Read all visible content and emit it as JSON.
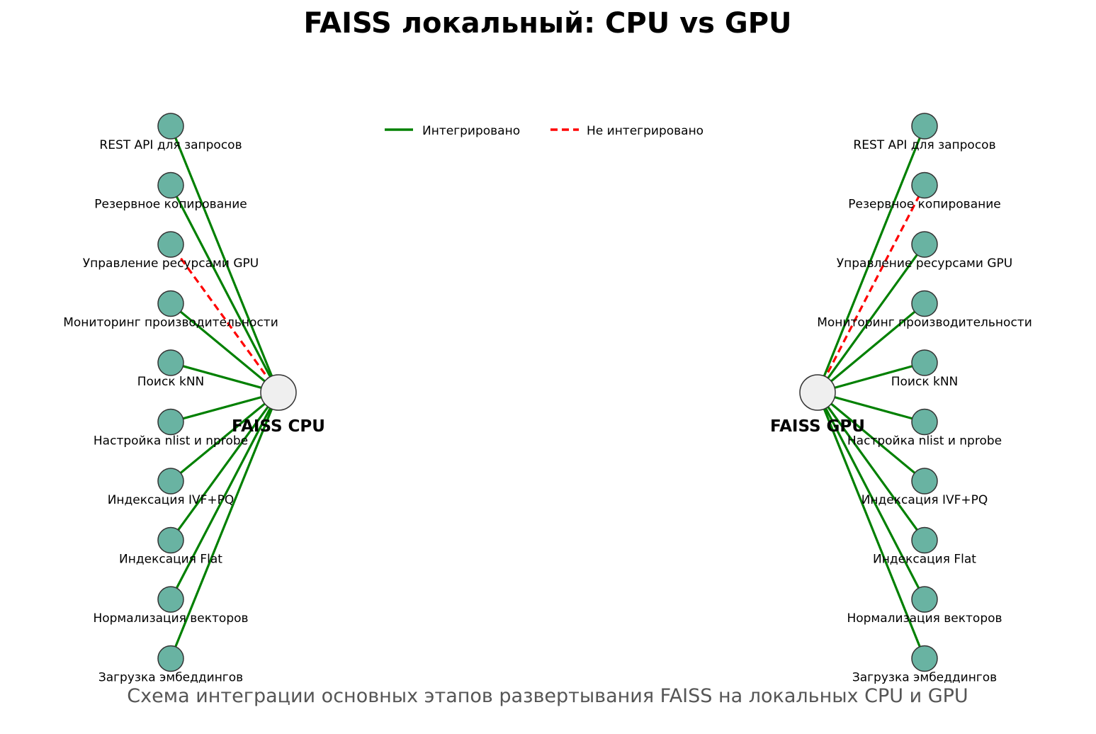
{
  "title": "FAISS локальный: CPU vs GPU",
  "subtitle": "Схема интеграции основных этапов развертывания FAISS на локальных CPU и GPU",
  "colors": {
    "integrated": "#008000",
    "not_integrated": "#ff0000",
    "node_fill": "#69b3a2",
    "hub_fill": "#efefef",
    "node_stroke": "#333333"
  },
  "legend": {
    "integrated": "Интегрировано",
    "not_integrated": "Не интегрировано"
  },
  "stages": [
    "REST API для запросов",
    "Резервное копирование",
    "Управление ресурсами GPU",
    "Мониторинг производительности",
    "Поиск kNN",
    "Настройка nlist и nprobe",
    "Индексация IVF+PQ",
    "Индексация Flat",
    "Нормализация векторов",
    "Загрузка эмбеддингов"
  ],
  "hubs": [
    {
      "id": "cpu",
      "label": "FAISS CPU",
      "integrated": [
        true,
        true,
        false,
        true,
        true,
        true,
        true,
        true,
        true,
        true
      ]
    },
    {
      "id": "gpu",
      "label": "FAISS GPU",
      "integrated": [
        true,
        false,
        true,
        true,
        true,
        true,
        true,
        true,
        true,
        true
      ]
    }
  ]
}
